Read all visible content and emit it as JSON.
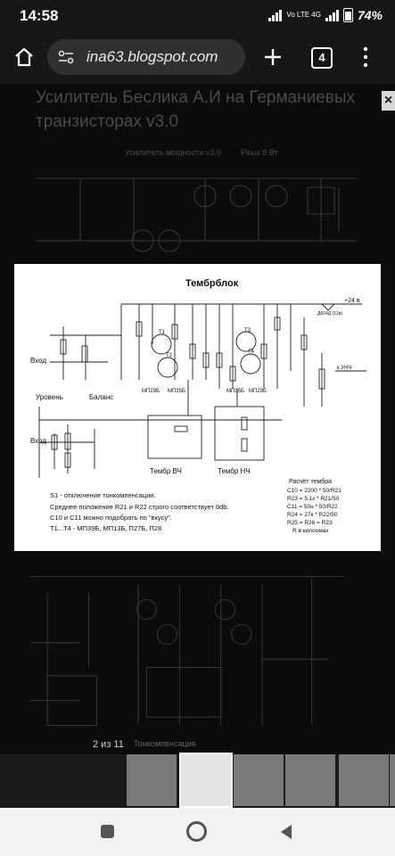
{
  "status_bar": {
    "time": "14:58",
    "network": "Vo LTE 4G",
    "battery": "74%"
  },
  "browser": {
    "url": "ina63.blogspot.com",
    "tab_count": "4"
  },
  "page": {
    "title": "Усилитель Беслика А.И на Германиевых транзисторах v3.0",
    "subtitle_left": "Усилитель мощности v3.0",
    "subtitle_right": "Рвых 8 Вт"
  },
  "schematic": {
    "title": "Тембрблок",
    "label_input1": "Вход",
    "label_input2": "Вход",
    "label_level": "Уровень",
    "label_balance": "Баланс",
    "label_treble": "Тембр ВЧ",
    "label_bass": "Тембр НЧ",
    "label_supply": "+24 в",
    "label_to_amp": "к УНЧ",
    "label_diode": "Д814Д (12в)",
    "t1": "T1",
    "t2": "T2",
    "t3": "T3",
    "t4": "T4",
    "part_t1t2": "МП29Б",
    "part_t2": "МП35Б",
    "part_t3": "МП35Б",
    "part_t4": "МП29Б",
    "note1": "S1 - отключение тонкомпенсации.",
    "note2": "Среднее положение R21 и R22 строго соответствует 0db.",
    "note3": "C10 и C11 можно подобрать по \"вкусу\".",
    "note4": "T1...T4 - МП39Б, МП13Б, П27Б, П28",
    "calc_title": "Расчёт тембра",
    "calc1": "C10 = 2200 * 50/R21",
    "calc2": "R23 = 5.1к * R21/50",
    "calc3": "C11 = 50н * 50/R22",
    "calc4": "R24 = 27к * R22/50",
    "calc5": "R25 = R26 = R23",
    "calc6": "R в килоомах"
  },
  "gallery": {
    "counter": "2 из 11",
    "caption": "Тонкомпенсация"
  }
}
